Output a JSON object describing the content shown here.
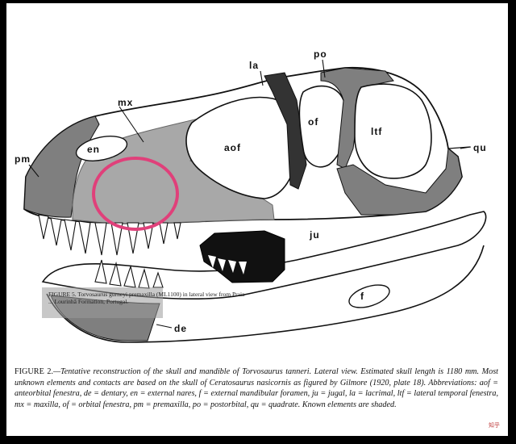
{
  "labels": {
    "la": "la",
    "po": "po",
    "mx": "mx",
    "of": "of",
    "ltf": "ltf",
    "qu": "qu",
    "en": "en",
    "aof": "aof",
    "pm": "pm",
    "ju": "ju",
    "f": "f",
    "de": "de"
  },
  "inset_caption": {
    "line1": "FIGURE 5. Torvosaurus gurneyi premaxilla (ML1100) in lateral view from Praia",
    "line2": "... Lourinhã Formation, Portugal."
  },
  "caption": {
    "label": "FIGURE 2.",
    "text": "—Tentative reconstruction of the skull and mandible of Torvosaurus tanneri. Lateral view. Estimated skull length is 1180 mm. Most unknown elements and contacts are based on the skull of Ceratosaurus nasicornis as figured by Gilmore (1920, plate 18). Abbreviations: aof = anteorbital fenestra, de = dentary, en = external nares, f = external mandibular foramen, ju = jugal, la = lacrimal, ltf = lateral temporal fenestra, mx = maxilla, of = orbital fenestra, pm = premaxilla, po = postorbital, qu = quadrate. Known elements are shaded."
  },
  "watermark": "知乎",
  "colors": {
    "known_bone": "#7f7f7f",
    "dark_fill": "#333333",
    "highlight_circle": "#e0407a",
    "scan_inset": "#a8a8a8"
  }
}
